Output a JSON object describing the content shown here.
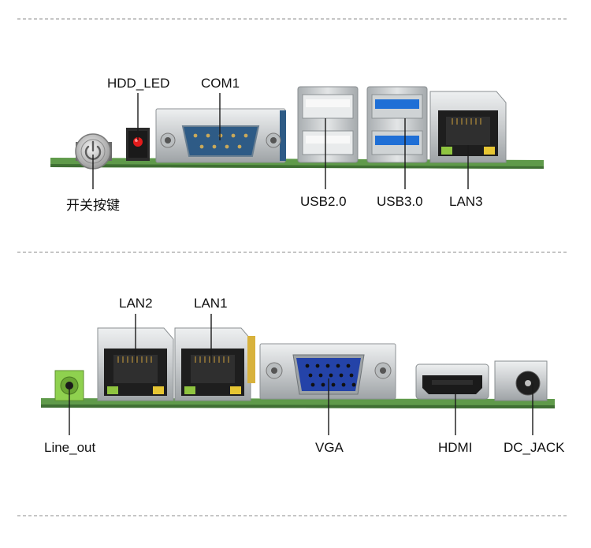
{
  "top_panel": {
    "labels": {
      "hdd_led": "HDD_LED",
      "com1": "COM1",
      "power_switch": "开关按键",
      "usb20": "USB2.0",
      "usb30": "USB3.0",
      "lan3": "LAN3"
    }
  },
  "bottom_panel": {
    "labels": {
      "lan2": "LAN2",
      "lan1": "LAN1",
      "line_out": "Line_out",
      "vga": "VGA",
      "hdmi": "HDMI",
      "dc_jack": "DC_JACK"
    }
  },
  "colors": {
    "pcb": "#5f9a4a",
    "callout_line": "#1a1a1a",
    "divider": "#8c8c8c",
    "port_steel": "#c9ccce",
    "com_blue": "#2e5b86",
    "vga_blue": "#2443a8",
    "usb3_blue": "#1f6fd6",
    "audio_green": "#8fd14f",
    "led_red": "#e21b1b"
  }
}
